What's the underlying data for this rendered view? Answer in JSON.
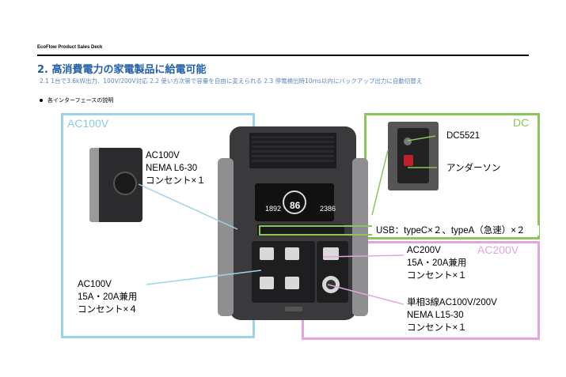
{
  "header": {
    "deck_title": "EcoFlow Product Sales Deck",
    "title": "2. 高消費電力の家電製品に給電可能",
    "subtitle": "2.1 1台で3.6kW出力、100V/200V対応  2.2 使い方次第で容量を自由に変えられる    2.3 停電検出時10ms以内にバックアップ出力に自動切替え",
    "bullet": "各インターフェースの説明"
  },
  "sections": {
    "ac100_label": "AC100V",
    "dc_label": "DC",
    "ac200_label": "AC200V"
  },
  "callouts": {
    "ac100_l630": [
      "AC100V",
      "NEMA L6-30",
      "コンセント×１"
    ],
    "ac100_outlet": [
      "AC100V",
      "15A・20A兼用",
      "コンセント×４"
    ],
    "dc5521": "DC5521",
    "anderson": "アンダーソン",
    "usb": "USB：typeC×２、typeA（急速）×２",
    "ac200_outlet": [
      "AC200V",
      "15A・20A兼用",
      "コンセント×１"
    ],
    "nema_l1530": [
      "単相3線AC100V/200V",
      "NEMA L15-30",
      "コンセント×１"
    ]
  },
  "display": {
    "left_value": "1892",
    "center_value": "86",
    "right_value": "2386"
  },
  "colors": {
    "title": "#1f5fa8",
    "ac100_border": "#9dd3ea",
    "dc_border": "#8cc55a",
    "ac200_border": "#e6a3e0"
  }
}
